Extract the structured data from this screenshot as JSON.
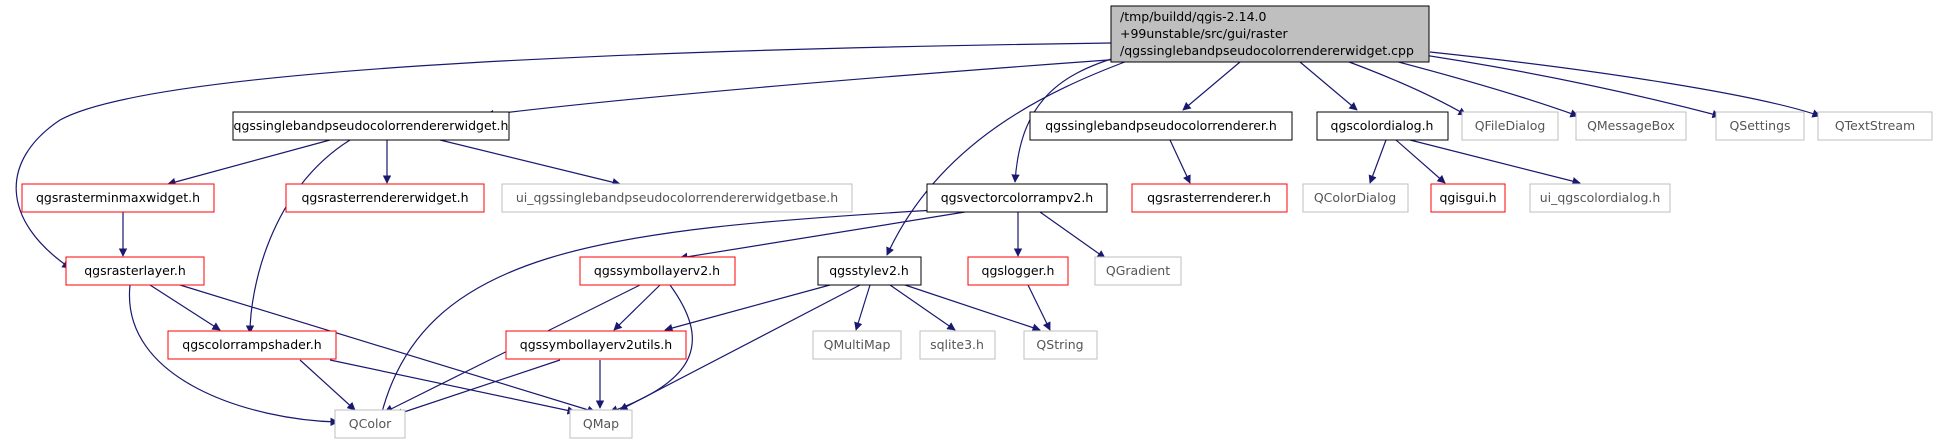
{
  "colors": {
    "root_fill": "#bfbfbf",
    "edge": "#191970",
    "border_black": "#000000",
    "border_red": "#ff0000",
    "border_gray": "#bfbfbf",
    "text_normal": "#000000",
    "text_gray": "#555555"
  },
  "root": {
    "lines": [
      "/tmp/buildd/qgis-2.14.0",
      "+99unstable/src/gui/raster",
      "/qgssinglebandpseudocolorrendererwidget.cpp"
    ]
  },
  "nodes": {
    "widget_h": "qgssinglebandpseudocolorrendererwidget.h",
    "renderer_h": "qgssinglebandpseudocolorrenderer.h",
    "colordialog_h": "qgscolordialog.h",
    "qfiledialog": "QFileDialog",
    "qmessagebox": "QMessageBox",
    "qsettings": "QSettings",
    "qtextstream": "QTextStream",
    "minmax_h": "qgsrasterminmaxwidget.h",
    "rasterrendererwidget_h": "qgsrasterrendererwidget.h",
    "ui_base_h": "ui_qgssinglebandpseudocolorrendererwidgetbase.h",
    "vectorcolorramp_h": "qgsvectorcolorrampv2.h",
    "rasterrenderer_h": "qgsrasterrenderer.h",
    "qcolordialog": "QColorDialog",
    "qgisgui_h": "qgisgui.h",
    "ui_colordialog_h": "ui_qgscolordialog.h",
    "rasterlayer_h": "qgsrasterlayer.h",
    "symbollayer_h": "qgssymbollayerv2.h",
    "style_h": "qgsstylev2.h",
    "logger_h": "qgslogger.h",
    "qgradient": "QGradient",
    "colorrampshader_h": "qgscolorrampshader.h",
    "symbollayerutils_h": "qgssymbollayerv2utils.h",
    "qmultimap": "QMultiMap",
    "sqlite3_h": "sqlite3.h",
    "qstring": "QString",
    "qcolor": "QColor",
    "qmap": "QMap"
  }
}
